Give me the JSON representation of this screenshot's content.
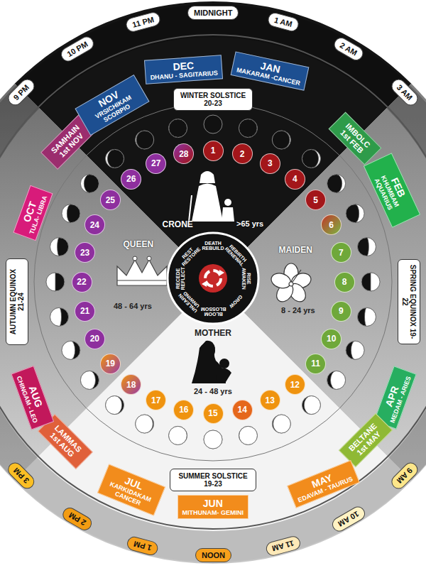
{
  "diagram": {
    "nodes": [
      {
        "text": [
          "MIDNIGHT"
        ]
      },
      {
        "text": [
          "1 AM"
        ]
      },
      {
        "text": [
          "2 AM"
        ]
      },
      {
        "text": [
          "3 AM"
        ]
      },
      {
        "text": [
          "9 AM"
        ]
      },
      {
        "text": [
          "10 AM"
        ]
      },
      {
        "text": [
          "11 AM"
        ]
      },
      {
        "text": [
          "NOON"
        ]
      },
      {
        "text": [
          "1 PM"
        ]
      },
      {
        "text": [
          "2 PM"
        ]
      },
      {
        "text": [
          "3 PM"
        ]
      },
      {
        "text": [
          "9 PM"
        ]
      },
      {
        "text": [
          "10 PM"
        ]
      },
      {
        "text": [
          "11 PM"
        ]
      },
      {
        "text": [
          "DEC",
          "DHANU - SAGITARIUS"
        ]
      },
      {
        "text": [
          "WINTER SOLSTICE 20-23"
        ]
      },
      {
        "text": [
          "JAN",
          "MAKARAM -CANCER"
        ]
      },
      {
        "text": [
          "IMBOLC 1st FEB"
        ]
      },
      {
        "text": [
          "FEB",
          "KHUMBAM AQUARIUS"
        ]
      },
      {
        "text": [
          "SPRING EQUINOX 19-22"
        ]
      },
      {
        "text": [
          "APR",
          "MEDAM - ARIES"
        ]
      },
      {
        "text": [
          "BELTANE 1st MAY"
        ]
      },
      {
        "text": [
          "MAY",
          "EDAVAM - TAURUS"
        ]
      },
      {
        "text": [
          "SUMMER SOLSTICE 19-23"
        ]
      },
      {
        "text": [
          "JUN",
          "MITHUNAM- GEMINI"
        ]
      },
      {
        "text": [
          "JUL",
          "KARKIDAKAM CANCER"
        ]
      },
      {
        "text": [
          "LAMMAS 1st AUG"
        ]
      },
      {
        "text": [
          "AUG",
          "CHINGAM - LEO"
        ]
      },
      {
        "text": [
          "AUTUMN EQUINOX 21-24"
        ]
      },
      {
        "text": [
          "OCT",
          "TULA- LIBRA"
        ]
      },
      {
        "text": [
          "SAMHAIN 1st NOV"
        ]
      },
      {
        "text": [
          "NOV",
          "VRSICHIKAM SCORPIO"
        ]
      },
      {
        "text": [
          "1"
        ]
      },
      {
        "text": [
          "2"
        ]
      },
      {
        "text": [
          "3"
        ]
      },
      {
        "text": [
          "4"
        ]
      },
      {
        "text": [
          "5"
        ]
      },
      {
        "text": [
          "6"
        ]
      },
      {
        "text": [
          "7"
        ]
      },
      {
        "text": [
          "8"
        ]
      },
      {
        "text": [
          "9"
        ]
      },
      {
        "text": [
          "10"
        ]
      },
      {
        "text": [
          "11"
        ]
      },
      {
        "text": [
          "12"
        ]
      },
      {
        "text": [
          "13"
        ]
      },
      {
        "text": [
          "14"
        ]
      },
      {
        "text": [
          "15"
        ]
      },
      {
        "text": [
          "16"
        ]
      },
      {
        "text": [
          "17"
        ]
      },
      {
        "text": [
          "18"
        ]
      },
      {
        "text": [
          "19"
        ]
      },
      {
        "text": [
          "20"
        ]
      },
      {
        "text": [
          "21"
        ]
      },
      {
        "text": [
          "22"
        ]
      },
      {
        "text": [
          "23"
        ]
      },
      {
        "text": [
          "24"
        ]
      },
      {
        "text": [
          "25"
        ]
      },
      {
        "text": [
          "26"
        ]
      },
      {
        "text": [
          "27"
        ]
      },
      {
        "text": [
          "28"
        ]
      }
    ],
    "labels": [
      "DEATH REBUILD",
      "REBIRTH RENEWAL",
      "RISE AWAKEN",
      "GROW",
      "BLOOM BLOSSOM",
      "UNLEARN UNWIND",
      "RECEDE REFLECT",
      "REST RESTORE",
      "CRONE",
      ">65 yrs",
      "QUEEN",
      "48 - 64 yrs",
      "MAIDEN",
      "8 - 24 yrs",
      "MOTHER",
      "24 - 48 yrs"
    ]
  }
}
